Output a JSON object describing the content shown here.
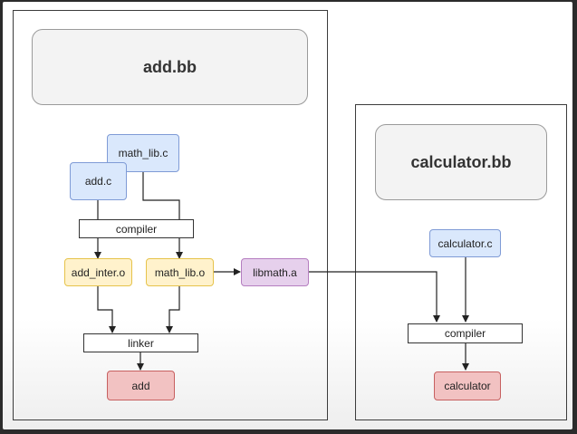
{
  "left_panel": {
    "title": "add.bb",
    "nodes": {
      "math_lib_c": "math_lib.c",
      "add_c": "add.c",
      "compiler": "compiler",
      "add_inter_o": "add_inter.o",
      "math_lib_o": "math_lib.o",
      "libmath_a": "libmath.a",
      "linker": "linker",
      "add": "add"
    }
  },
  "right_panel": {
    "title": "calculator.bb",
    "nodes": {
      "calculator_c": "calculator.c",
      "compiler": "compiler",
      "calculator": "calculator"
    }
  },
  "colors": {
    "source": "#dae8fc",
    "object": "#fff2cc",
    "library": "#e6d0ec",
    "output": "#f2c2c2"
  }
}
